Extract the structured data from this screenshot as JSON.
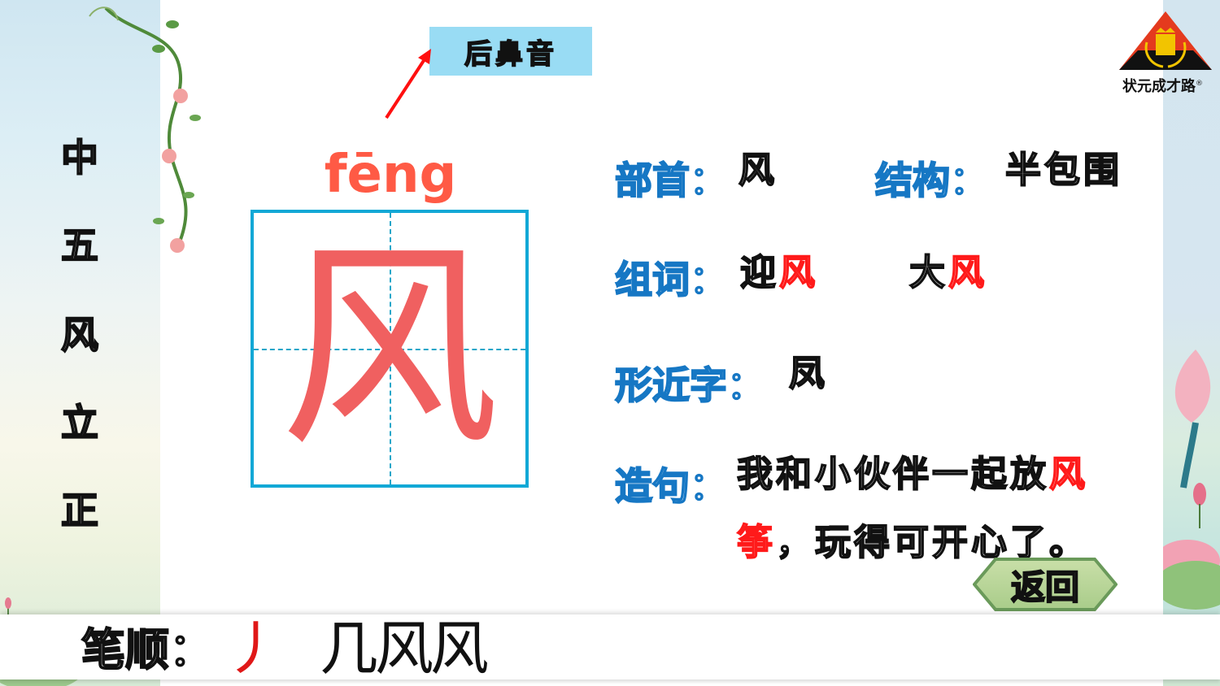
{
  "sidebar": {
    "chars": [
      "中",
      "五",
      "风",
      "立",
      "正"
    ]
  },
  "character": {
    "glyph": "风",
    "pinyin": "fēng",
    "nasal_tag": "后鼻音"
  },
  "info": {
    "radical_label": "部首：",
    "radical_value": "风",
    "structure_label": "结构：",
    "structure_value": "半包围",
    "words_label": "组词：",
    "words": [
      {
        "prefix": "迎",
        "highlight": "风"
      },
      {
        "prefix": "大",
        "highlight": "风"
      }
    ],
    "similar_label": "形近字：",
    "similar_value": "凤",
    "sentence_label": "造句：",
    "sentence_line1_prefix": "我和小伙伴一起放",
    "sentence_line1_highlight": "风",
    "sentence_line2_highlight": "筝",
    "sentence_line2_rest": "，玩得可开心了。"
  },
  "stroke_order": {
    "label": "笔顺：",
    "steps": [
      "丿",
      "几",
      "风",
      "风"
    ]
  },
  "buttons": {
    "back_label": "返回"
  },
  "logo": {
    "text": "状元成才路",
    "registered": "®"
  },
  "colors": {
    "pinyin": "#ff5a45",
    "glyph": "#f06060",
    "grid_border": "#12a8d6",
    "label_blue": "#1677c4",
    "highlight_red": "#ff1a1a",
    "tag_bg": "#99dcf4"
  }
}
